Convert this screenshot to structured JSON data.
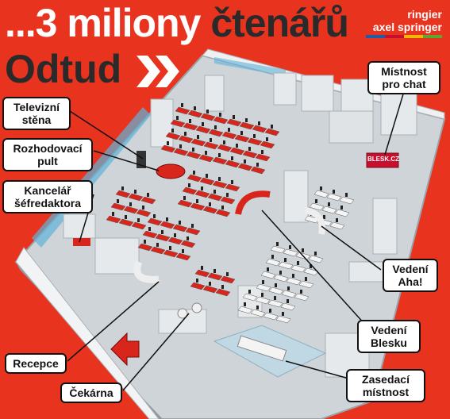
{
  "headline": {
    "prefix": "...3 miliony",
    "highlight": "čtenářů"
  },
  "subhead": "Odtud",
  "brand": {
    "line1": "ringier",
    "line2": "axel springer",
    "colors": [
      "#1b5fa8",
      "#c8102e",
      "#f2b705",
      "#5aa832"
    ]
  },
  "screen_sign": "BLESK.CZ",
  "labels": [
    {
      "id": "televizni-stena",
      "lines": [
        "Televizní",
        "stěna"
      ]
    },
    {
      "id": "rozhodovaci-pult",
      "lines": [
        "Rozhodovací",
        "pult"
      ]
    },
    {
      "id": "kancelar-sefredaktora",
      "lines": [
        "Kancelář",
        "šéfredaktora"
      ]
    },
    {
      "id": "recepce",
      "lines": [
        "Recepce"
      ]
    },
    {
      "id": "cekarna",
      "lines": [
        "Čekárna"
      ]
    },
    {
      "id": "mistnost-pro-chat",
      "lines": [
        "Místnost",
        "pro chat"
      ]
    },
    {
      "id": "vedeni-aha",
      "lines": [
        "Vedení",
        "Aha!"
      ]
    },
    {
      "id": "vedeni-blesku",
      "lines": [
        "Vedení",
        "Blesku"
      ]
    },
    {
      "id": "zasedaci-mistnost",
      "lines": [
        "Zasedací",
        "místnost"
      ]
    }
  ]
}
